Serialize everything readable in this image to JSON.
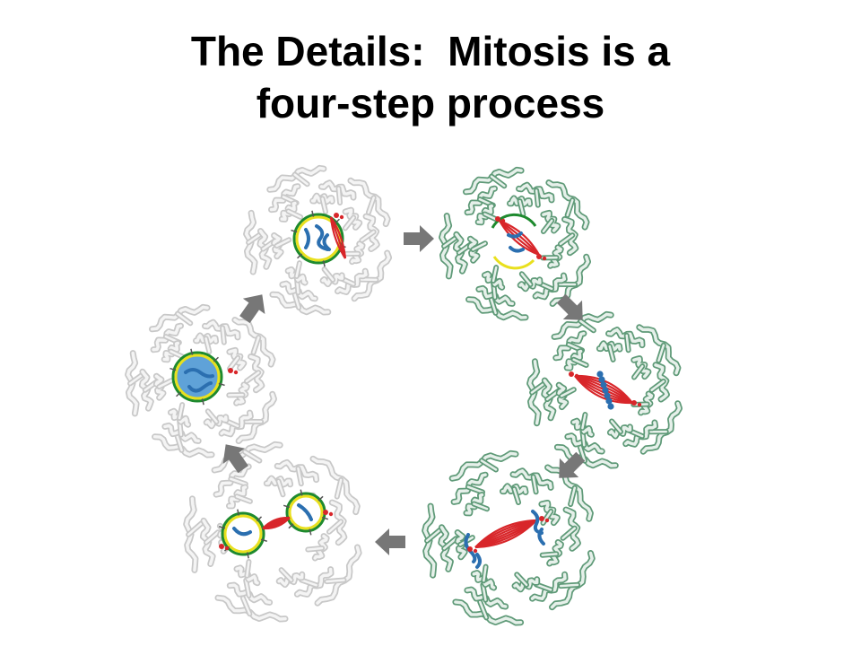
{
  "slide": {
    "title_line1": "The Details:  Mitosis is a",
    "title_line2": "four-step process"
  },
  "colors": {
    "background": "#ffffff",
    "title": "#000000",
    "cell_gray_fill": "#f4f4f4",
    "cell_gray_stroke": "#c8c8c8",
    "cell_green_fill": "#e6f0ea",
    "cell_green_stroke": "#5f9a78",
    "envelope": "#1e8a2e",
    "envelope_yellow": "#e9e01e",
    "nucleus_blue": "#5fa2d8",
    "chromosome": "#2b6fb0",
    "spindle": "#d8262a",
    "arrow": "#777777"
  },
  "cells": [
    {
      "name": "interphase-cell",
      "tint": "gray"
    },
    {
      "name": "prophase-cell",
      "tint": "gray"
    },
    {
      "name": "prometaphase-cell",
      "tint": "green"
    },
    {
      "name": "metaphase-cell",
      "tint": "green"
    },
    {
      "name": "anaphase-cell",
      "tint": "green"
    },
    {
      "name": "telophase-cell",
      "tint": "gray"
    }
  ],
  "arrows": [
    {
      "name": "arrow-interphase-to-prophase-icon"
    },
    {
      "name": "arrow-prophase-to-prometaphase-icon"
    },
    {
      "name": "arrow-prometaphase-to-metaphase-icon"
    },
    {
      "name": "arrow-metaphase-to-anaphase-icon"
    },
    {
      "name": "arrow-anaphase-to-telophase-icon"
    },
    {
      "name": "arrow-telophase-to-interphase-icon"
    }
  ]
}
